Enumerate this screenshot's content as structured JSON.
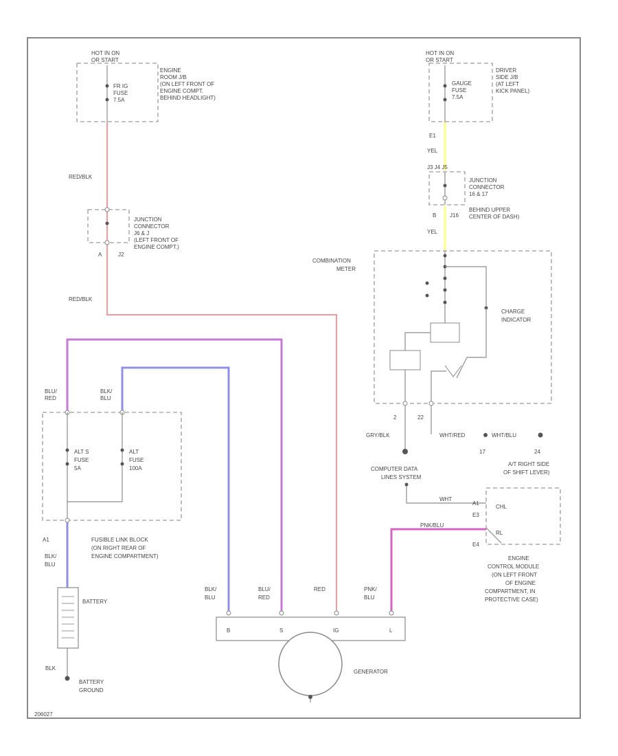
{
  "fuses": {
    "left_hot": "HOT IN ON",
    "left_hot_sub": "OR START",
    "left_name": [
      "FR IG",
      "FUSE",
      "7.5A"
    ],
    "left_loc": [
      "ENGINE",
      "ROOM J/B",
      "(ON LEFT FRONT OF",
      "ENGINE COMPT.",
      "BEHIND HEADLIGHT)"
    ],
    "right_hot": "HOT IN ON",
    "right_hot_sub": "OR START",
    "right_name": [
      "GAUGE",
      "FUSE",
      "7.5A"
    ],
    "right_loc": [
      "DRIVER",
      "SIDE J/B",
      "(AT LEFT",
      "KICK PANEL)"
    ]
  },
  "wires": {
    "red_blk_1": "RED/BLK",
    "red_blk_2": "RED/BLK",
    "yel_1": "YEL",
    "yel_2": "YEL",
    "blu_red_top": [
      "BLU/",
      "RED"
    ],
    "blk_blu_top": [
      "BLK/",
      "BLU"
    ],
    "blk_blu_batt": [
      "BLK/",
      "BLU"
    ],
    "gen_b": [
      "BLK/",
      "BLU"
    ],
    "gen_s": [
      "BLU/",
      "RED"
    ],
    "gen_ig": "RED",
    "gen_l": [
      "PNK/",
      "BLU"
    ],
    "gry_blk": "GRY/BLK",
    "pnk_blu": "PNK/BLU",
    "wht_red": "WHT/RED",
    "wht_blu": "WHT/BLU",
    "wht": "WHT",
    "blk_gnd": "BLK"
  },
  "connectors": {
    "j2_label": [
      "JUNCTION",
      "CONNECTOR",
      "J6 & J",
      "(LEFT FRONT OF",
      "ENGINE COMPT.)"
    ],
    "j2_a": "A",
    "j2_id": "J2",
    "j4_top": "J3 J4 J5",
    "j4_label": [
      "JUNCTION",
      "CONNECTOR",
      "16 & 17",
      "BEHIND UPPER",
      "CENTER OF DASH)"
    ],
    "j4_b": "B",
    "j4_id": "J16",
    "e1": "E1",
    "pin_2": "2",
    "pin_22": "22",
    "pin_17": "17",
    "pin_24": "24",
    "at_right": [
      "A/T RIGHT SIDE",
      "OF SHIFT LEVER)"
    ],
    "a1": "A1",
    "e3": "E3",
    "e4": "E4"
  },
  "meter": {
    "title": [
      "COMBINATION",
      "METER"
    ],
    "charge": [
      "CHARGE",
      "INDICATOR"
    ]
  },
  "fusible": {
    "alts": [
      "ALT S",
      "FUSE",
      "5A"
    ],
    "alt": [
      "ALT",
      "FUSE",
      "100A"
    ],
    "label": [
      "FUSIBLE LINK BLOCK",
      "(ON RIGHT REAR OF",
      "ENGINE COMPARTMENT)"
    ],
    "a1": "A1"
  },
  "battery": {
    "label": "BATTERY",
    "ground": [
      "BATTERY",
      "GROUND"
    ]
  },
  "generator": {
    "label": "GENERATOR",
    "terminals": [
      "B",
      "S",
      "IG",
      "L"
    ]
  },
  "ecm": {
    "data_link": [
      "COMPUTER DATA",
      "LINES SYSTEM"
    ],
    "chl": "CHL",
    "rl": "RL",
    "label": [
      "ENGINE",
      "CONTROL MODULE",
      "(ON LEFT FRONT",
      "OF ENGINE",
      "COMPARTMENT, IN",
      "PROTECTIVE CASE)"
    ]
  },
  "footer_code": "206027",
  "colors": {
    "red": "#f09aa0",
    "yellow": "#ffff88",
    "blue": "#8f8fe6",
    "magenta": "#c879d6",
    "pink": "#d464c4"
  }
}
